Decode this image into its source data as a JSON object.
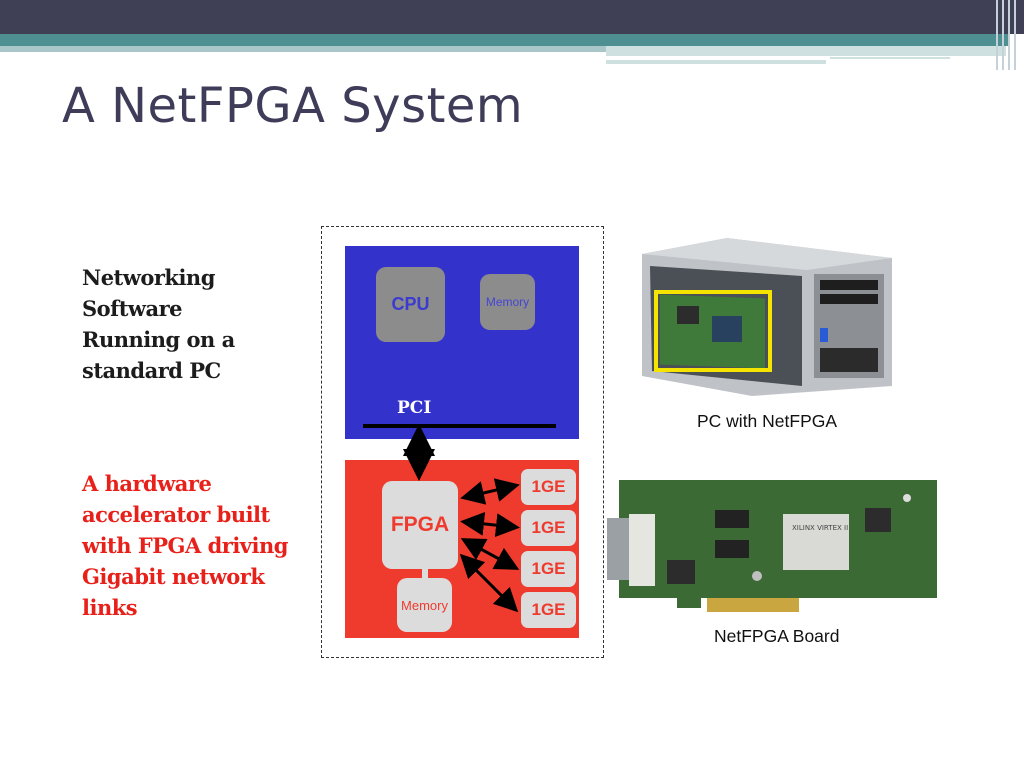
{
  "slide": {
    "title": "A NetFPGA System",
    "software_text": "Networking Software Running on a standard PC",
    "hardware_text": "A hardware accelerator built with FPGA driving Gigabit network links"
  },
  "diagram": {
    "cpu_label": "CPU",
    "memory_top_label": "Memory",
    "bus_label": "PCI",
    "fpga_label": "FPGA",
    "memory_bottom_label": "Memory",
    "port_labels": [
      "1GE",
      "1GE",
      "1GE",
      "1GE"
    ]
  },
  "photos": {
    "pc_caption": "PC with NetFPGA",
    "board_caption": "NetFPGA Board",
    "board_chip_text": "XILINX VIRTEX II"
  },
  "colors": {
    "pc_panel": "#3333cc",
    "fpga_panel": "#ee3b2e",
    "title_text": "#3e3c58",
    "highlight_box": "#f4e400",
    "header_dark": "#3f3f55",
    "header_teal": "#4e8f91"
  }
}
